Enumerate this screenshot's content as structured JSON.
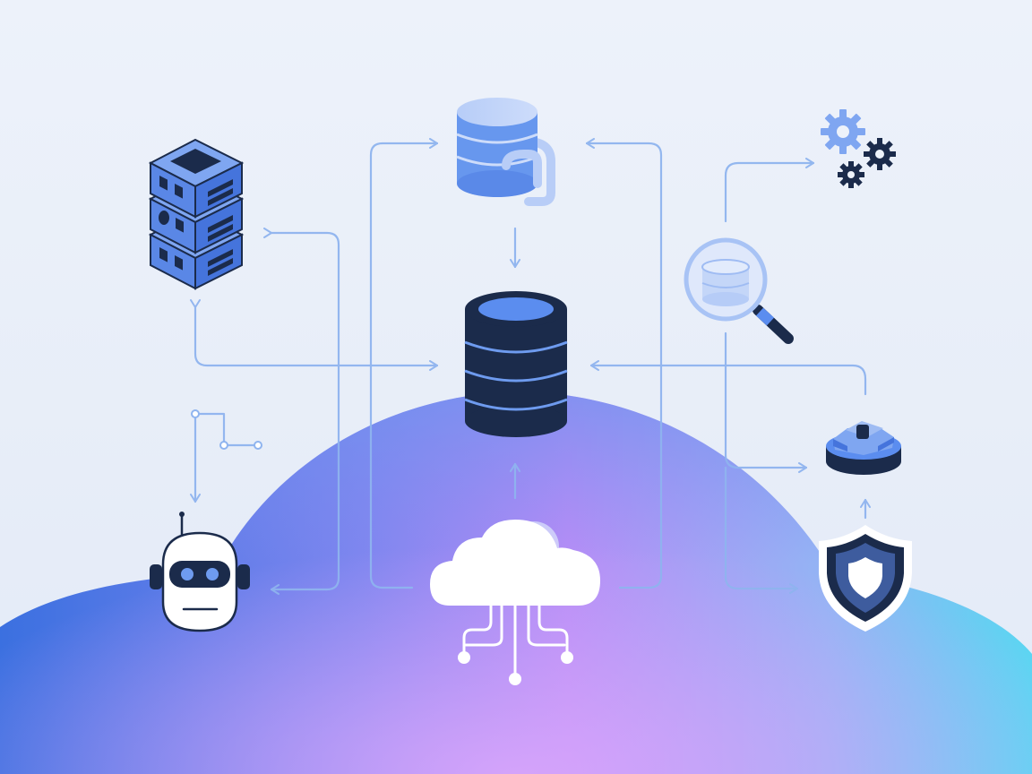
{
  "illustration": {
    "caption": "",
    "colors": {
      "background": "#e9eff9",
      "connector": "#8fb4ef",
      "primary_blue": "#5b8def",
      "dark_navy": "#1b2b4b",
      "dome_left": "#3c6fe0",
      "dome_mid": "#b987f7",
      "dome_right": "#5dd5f3",
      "white": "#ffffff"
    },
    "nodes": [
      {
        "name": "central-database",
        "icon": "database-icon"
      },
      {
        "name": "source-database",
        "icon": "database-pipe-icon"
      },
      {
        "name": "server-stack",
        "icon": "server-rack-icon"
      },
      {
        "name": "settings-gears",
        "icon": "gears-icon"
      },
      {
        "name": "data-search",
        "icon": "magnifier-database-icon"
      },
      {
        "name": "data-module",
        "icon": "hardware-module-icon"
      },
      {
        "name": "security-shield",
        "icon": "shield-icon"
      },
      {
        "name": "cloud-network",
        "icon": "cloud-icon"
      },
      {
        "name": "ai-agent",
        "icon": "robot-icon"
      }
    ]
  }
}
